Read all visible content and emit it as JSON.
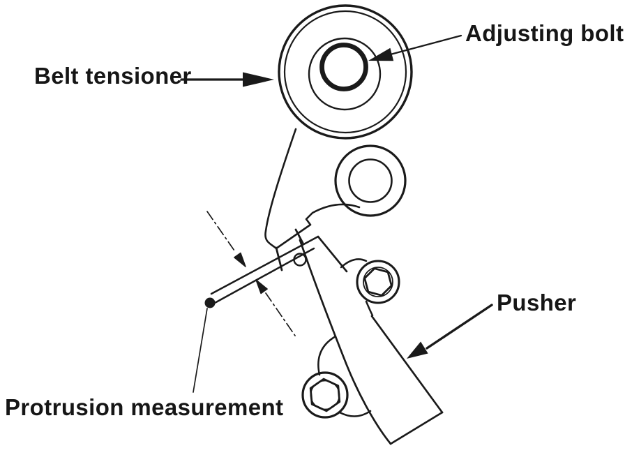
{
  "figure": {
    "type": "technical-line-diagram",
    "background_color": "#ffffff",
    "ink_color": "#1a1a1a",
    "labels": {
      "belt_tensioner": "Belt tensioner",
      "adjusting_bolt": "Adjusting bolt",
      "pusher": "Pusher",
      "protrusion_measurement": "Protrusion measurement"
    },
    "parts_depicted": [
      "Belt tensioner pulley with double outer rim",
      "Adjusting bolt (bold inner circle of pulley)",
      "Tensioner arm with pivot ring",
      "Pusher body with two hex mounting bolts",
      "Pusher rod with protrusion measurement centerline and opposing dimension arrows"
    ]
  }
}
